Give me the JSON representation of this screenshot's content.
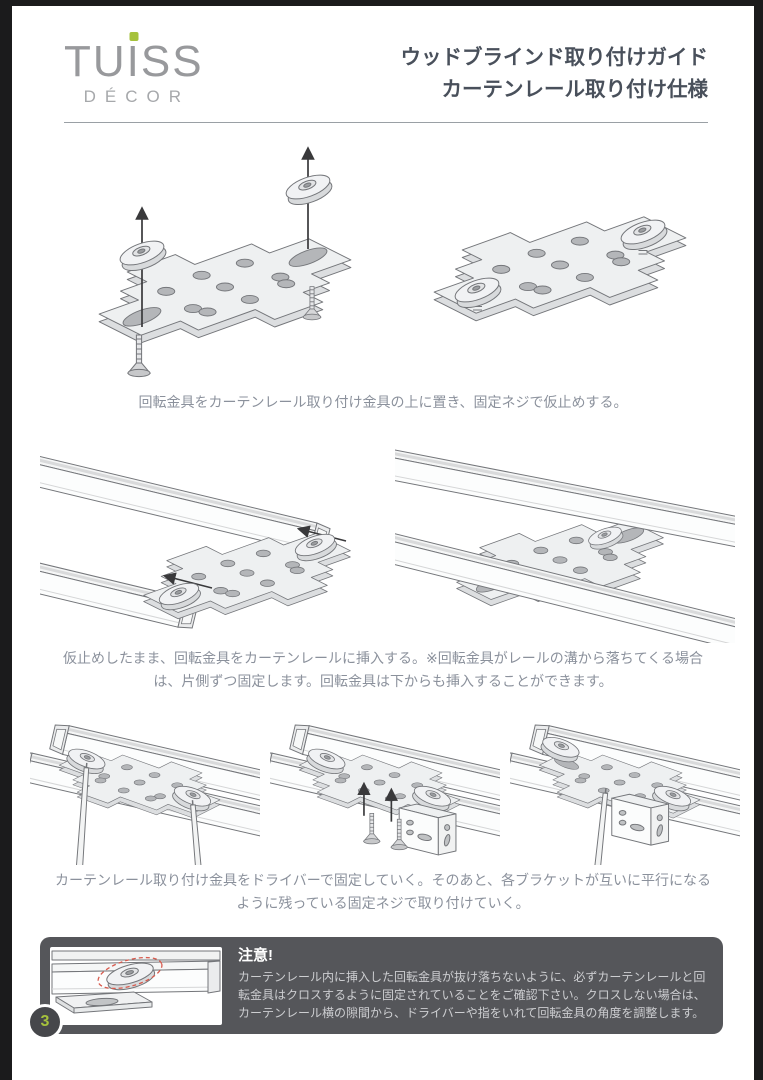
{
  "header": {
    "logo": {
      "part1": "TU",
      "part2": "I",
      "part3": "SS",
      "sub": "DÉCOR"
    },
    "title_line1": "ウッドブラインド取り付けガイド",
    "title_line2": "カーテンレール取り付け仕様"
  },
  "steps": [
    {
      "caption": "回転金具をカーテンレール取り付け金具の上に置き、固定ネジで仮止めする。"
    },
    {
      "caption": "仮止めしたまま、回転金具をカーテンレールに挿入する。※回転金具がレールの溝から落ちてくる場合は、片側ずつ固定します。回転金具は下からも挿入することができます。"
    },
    {
      "caption": "カーテンレール取り付け金具をドライバーで固定していく。そのあと、各ブラケットが互いに平行になるように残っている固定ネジで取り付けていく。"
    }
  ],
  "warning": {
    "title": "注意!",
    "body": "カーテンレール内に挿入した回転金具が抜け落ちないように、必ずカーテンレールと回転金具はクロスするように固定されていることをご確認下さい。クロスしない場合は、カーテンレール横の隙間から、ドライバーや指をいれて回転金具の角度を調整します。"
  },
  "page_number": "3",
  "colors": {
    "accent_green": "#a6c23c",
    "warning_box": "#55565a",
    "title_text": "#49505b",
    "caption_text": "#8b919c"
  }
}
